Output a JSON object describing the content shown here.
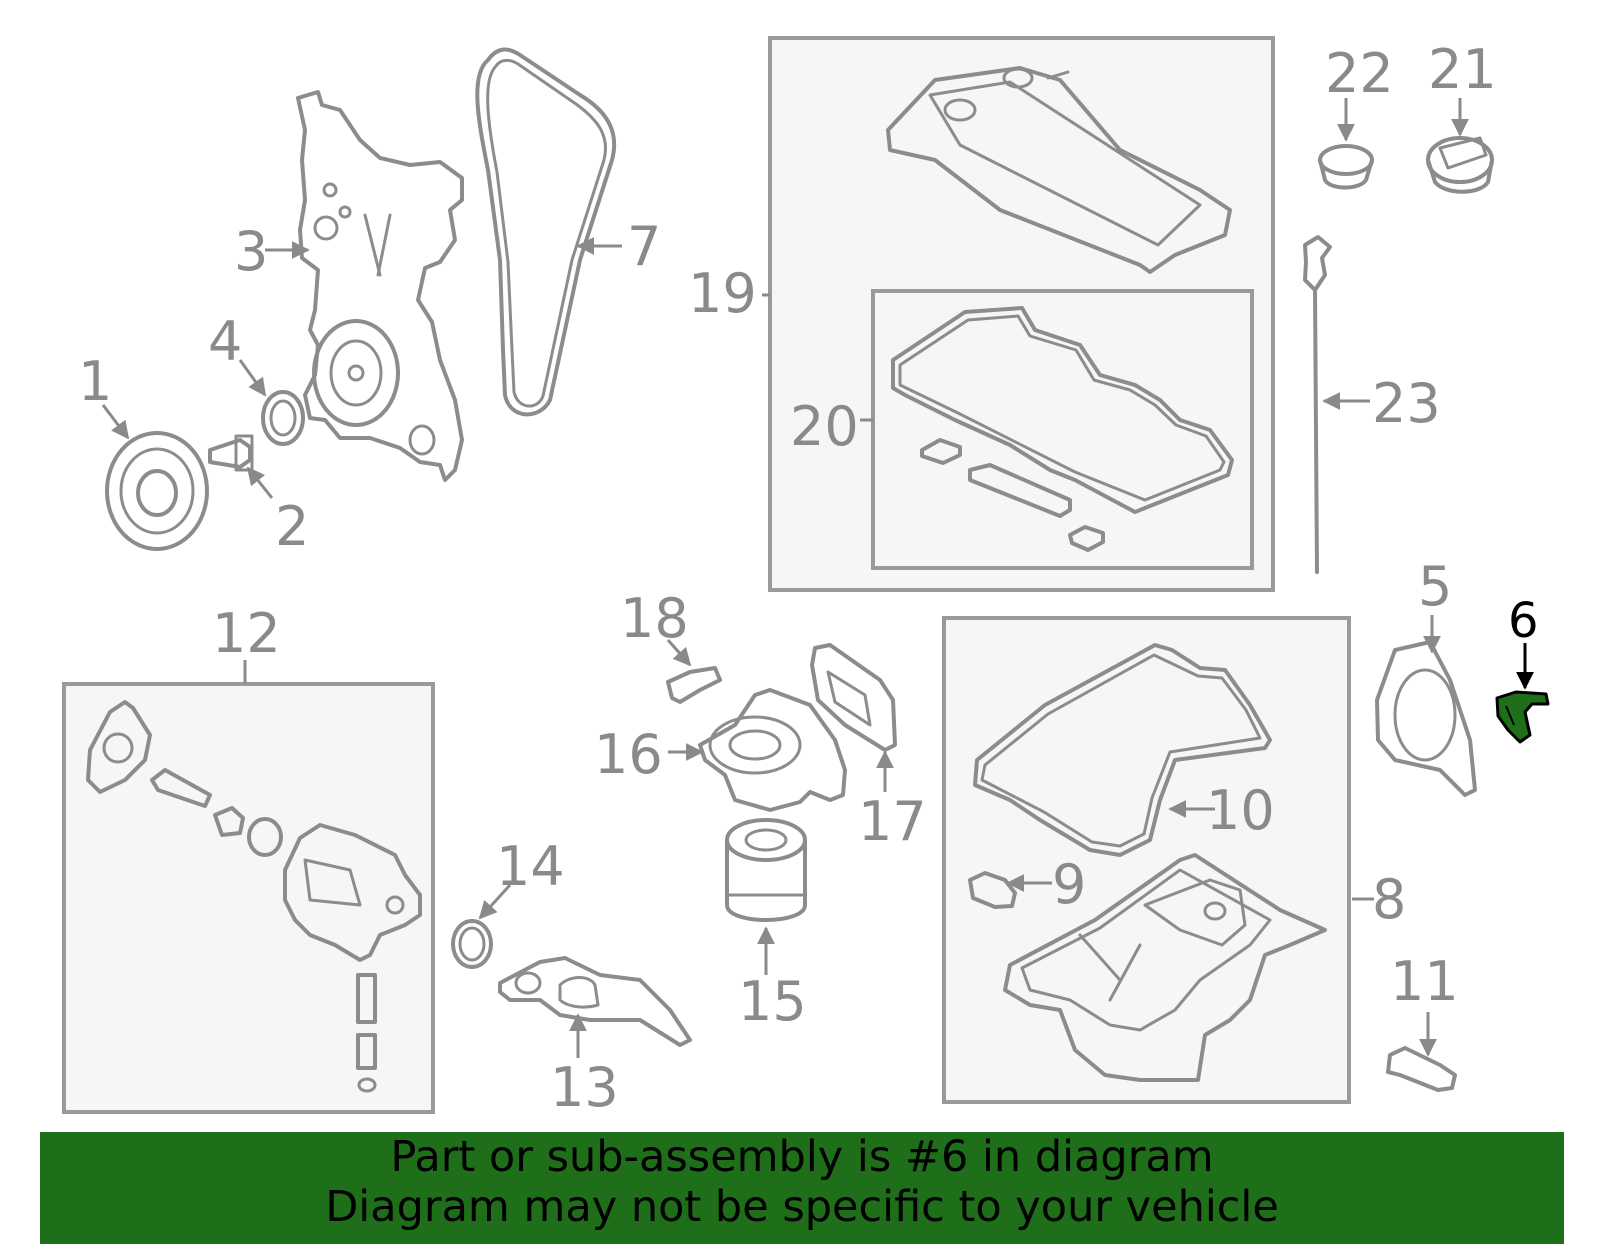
{
  "callouts": {
    "c1": "1",
    "c2": "2",
    "c3": "3",
    "c4": "4",
    "c5": "5",
    "c6": "6",
    "c7": "7",
    "c8": "8",
    "c9": "9",
    "c10": "10",
    "c11": "11",
    "c12": "12",
    "c13": "13",
    "c14": "14",
    "c15": "15",
    "c16": "16",
    "c17": "17",
    "c18": "18",
    "c19": "19",
    "c20": "20",
    "c21": "21",
    "c22": "22",
    "c23": "23"
  },
  "highlight": {
    "part": "6",
    "color": "#1e6e1a"
  },
  "banner": {
    "line1": "Part or sub-assembly is #6 in diagram",
    "line2": "Diagram may not be specific to your vehicle"
  },
  "colors": {
    "line": "#8c8c8c",
    "label": "#8a8a8a",
    "box_fill": "#f6f6f6",
    "banner": "#1e6e1a"
  }
}
